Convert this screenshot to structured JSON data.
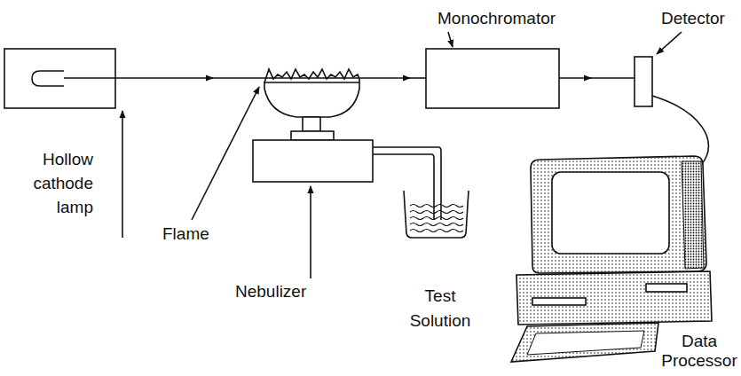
{
  "diagram": {
    "labels": [
      "Monochromator",
      "Detector",
      "Hollow cathode lamp",
      "Flame",
      "Nebulizer",
      "Test Solution",
      "Data Processor"
    ]
  }
}
